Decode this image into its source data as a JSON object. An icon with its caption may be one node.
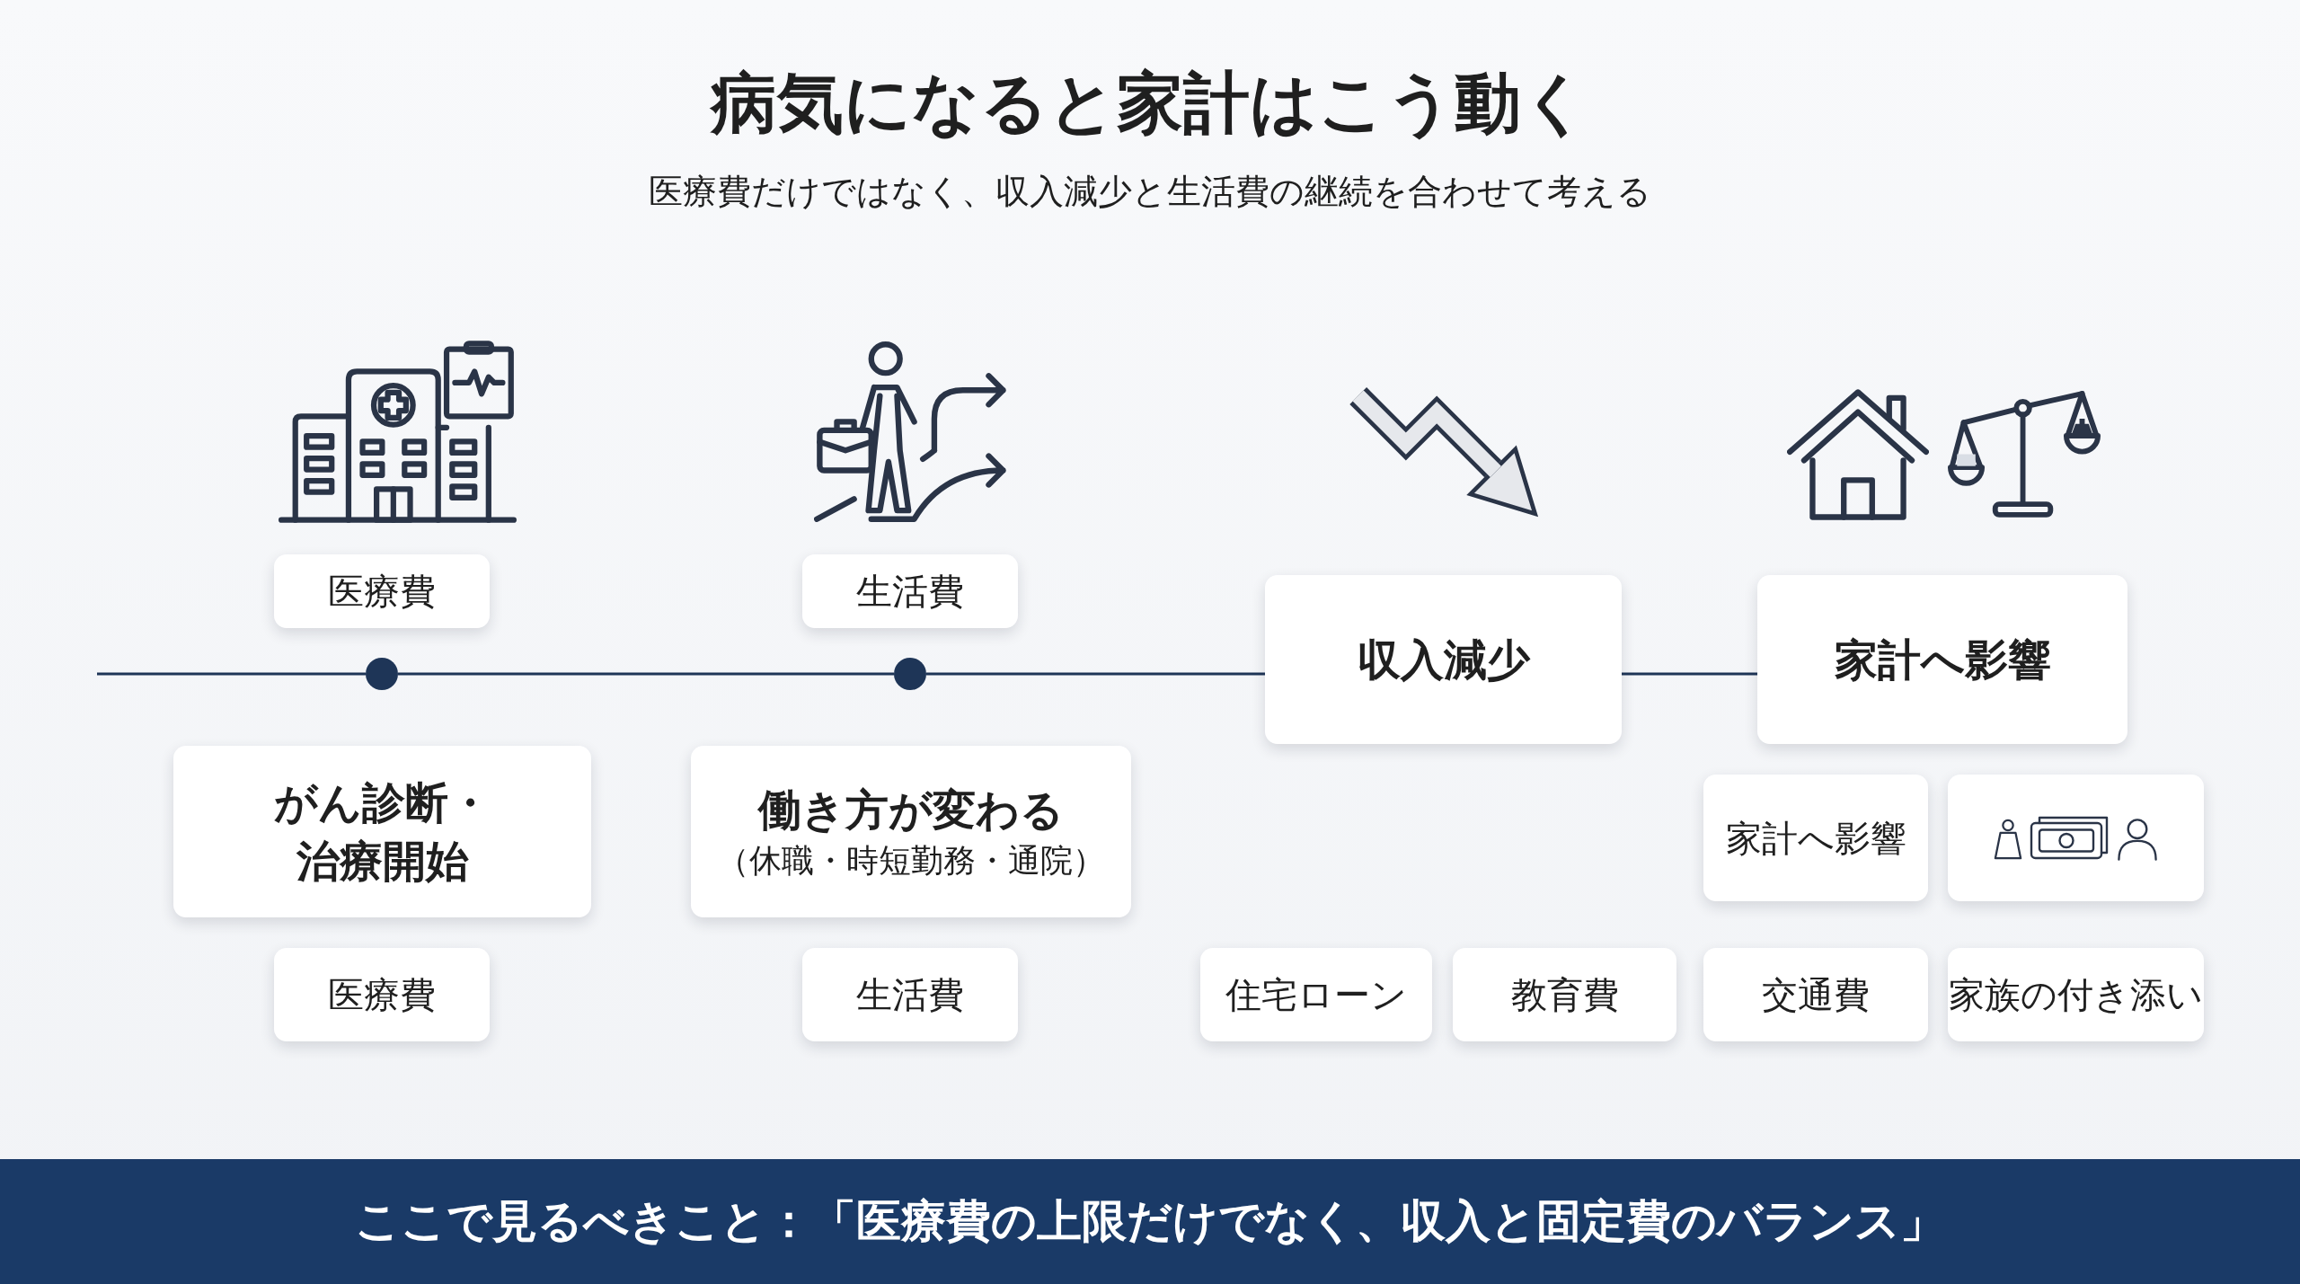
{
  "diagram": {
    "title": "病気になると家計はこう動く",
    "caption": "ここで見るべきこと：「医療費の上限だけでなく、収入と固定費のバランス」",
    "nodes": [
      {
        "text": [
          "医療費"
        ]
      },
      {
        "text": [
          "生活費"
        ]
      },
      {
        "text": [],
        "shape": "circle"
      },
      {
        "text": [],
        "shape": "circle"
      },
      {
        "text": [
          "収入減少"
        ]
      },
      {
        "text": [
          "家計へ影響"
        ]
      },
      {
        "text": [
          "がん診断・治療開始"
        ]
      },
      {
        "text": [
          "働き方が変わる",
          "（休職・時短勤務・通院）"
        ]
      },
      {
        "text": [
          "家計へ影響"
        ]
      },
      {
        "text": [],
        "shape": "box"
      },
      {
        "text": [
          "医療費"
        ]
      },
      {
        "text": [
          "生活費"
        ]
      },
      {
        "text": [
          "住宅ローン"
        ]
      },
      {
        "text": [
          "教育費"
        ]
      },
      {
        "text": [
          "交通費"
        ]
      },
      {
        "text": [
          "家族の付き添い"
        ]
      }
    ],
    "edges": [
      {
        "from": null,
        "to": 2,
        "arrow": "none"
      },
      {
        "from": 2,
        "to": 3,
        "arrow": "none"
      },
      {
        "from": 3,
        "to": 4,
        "arrow": "none"
      },
      {
        "from": 4,
        "to": 5,
        "arrow": "none"
      }
    ],
    "labels": [
      "医療費だけではなく、収入減少と生活費の継続を合わせて考える"
    ]
  }
}
